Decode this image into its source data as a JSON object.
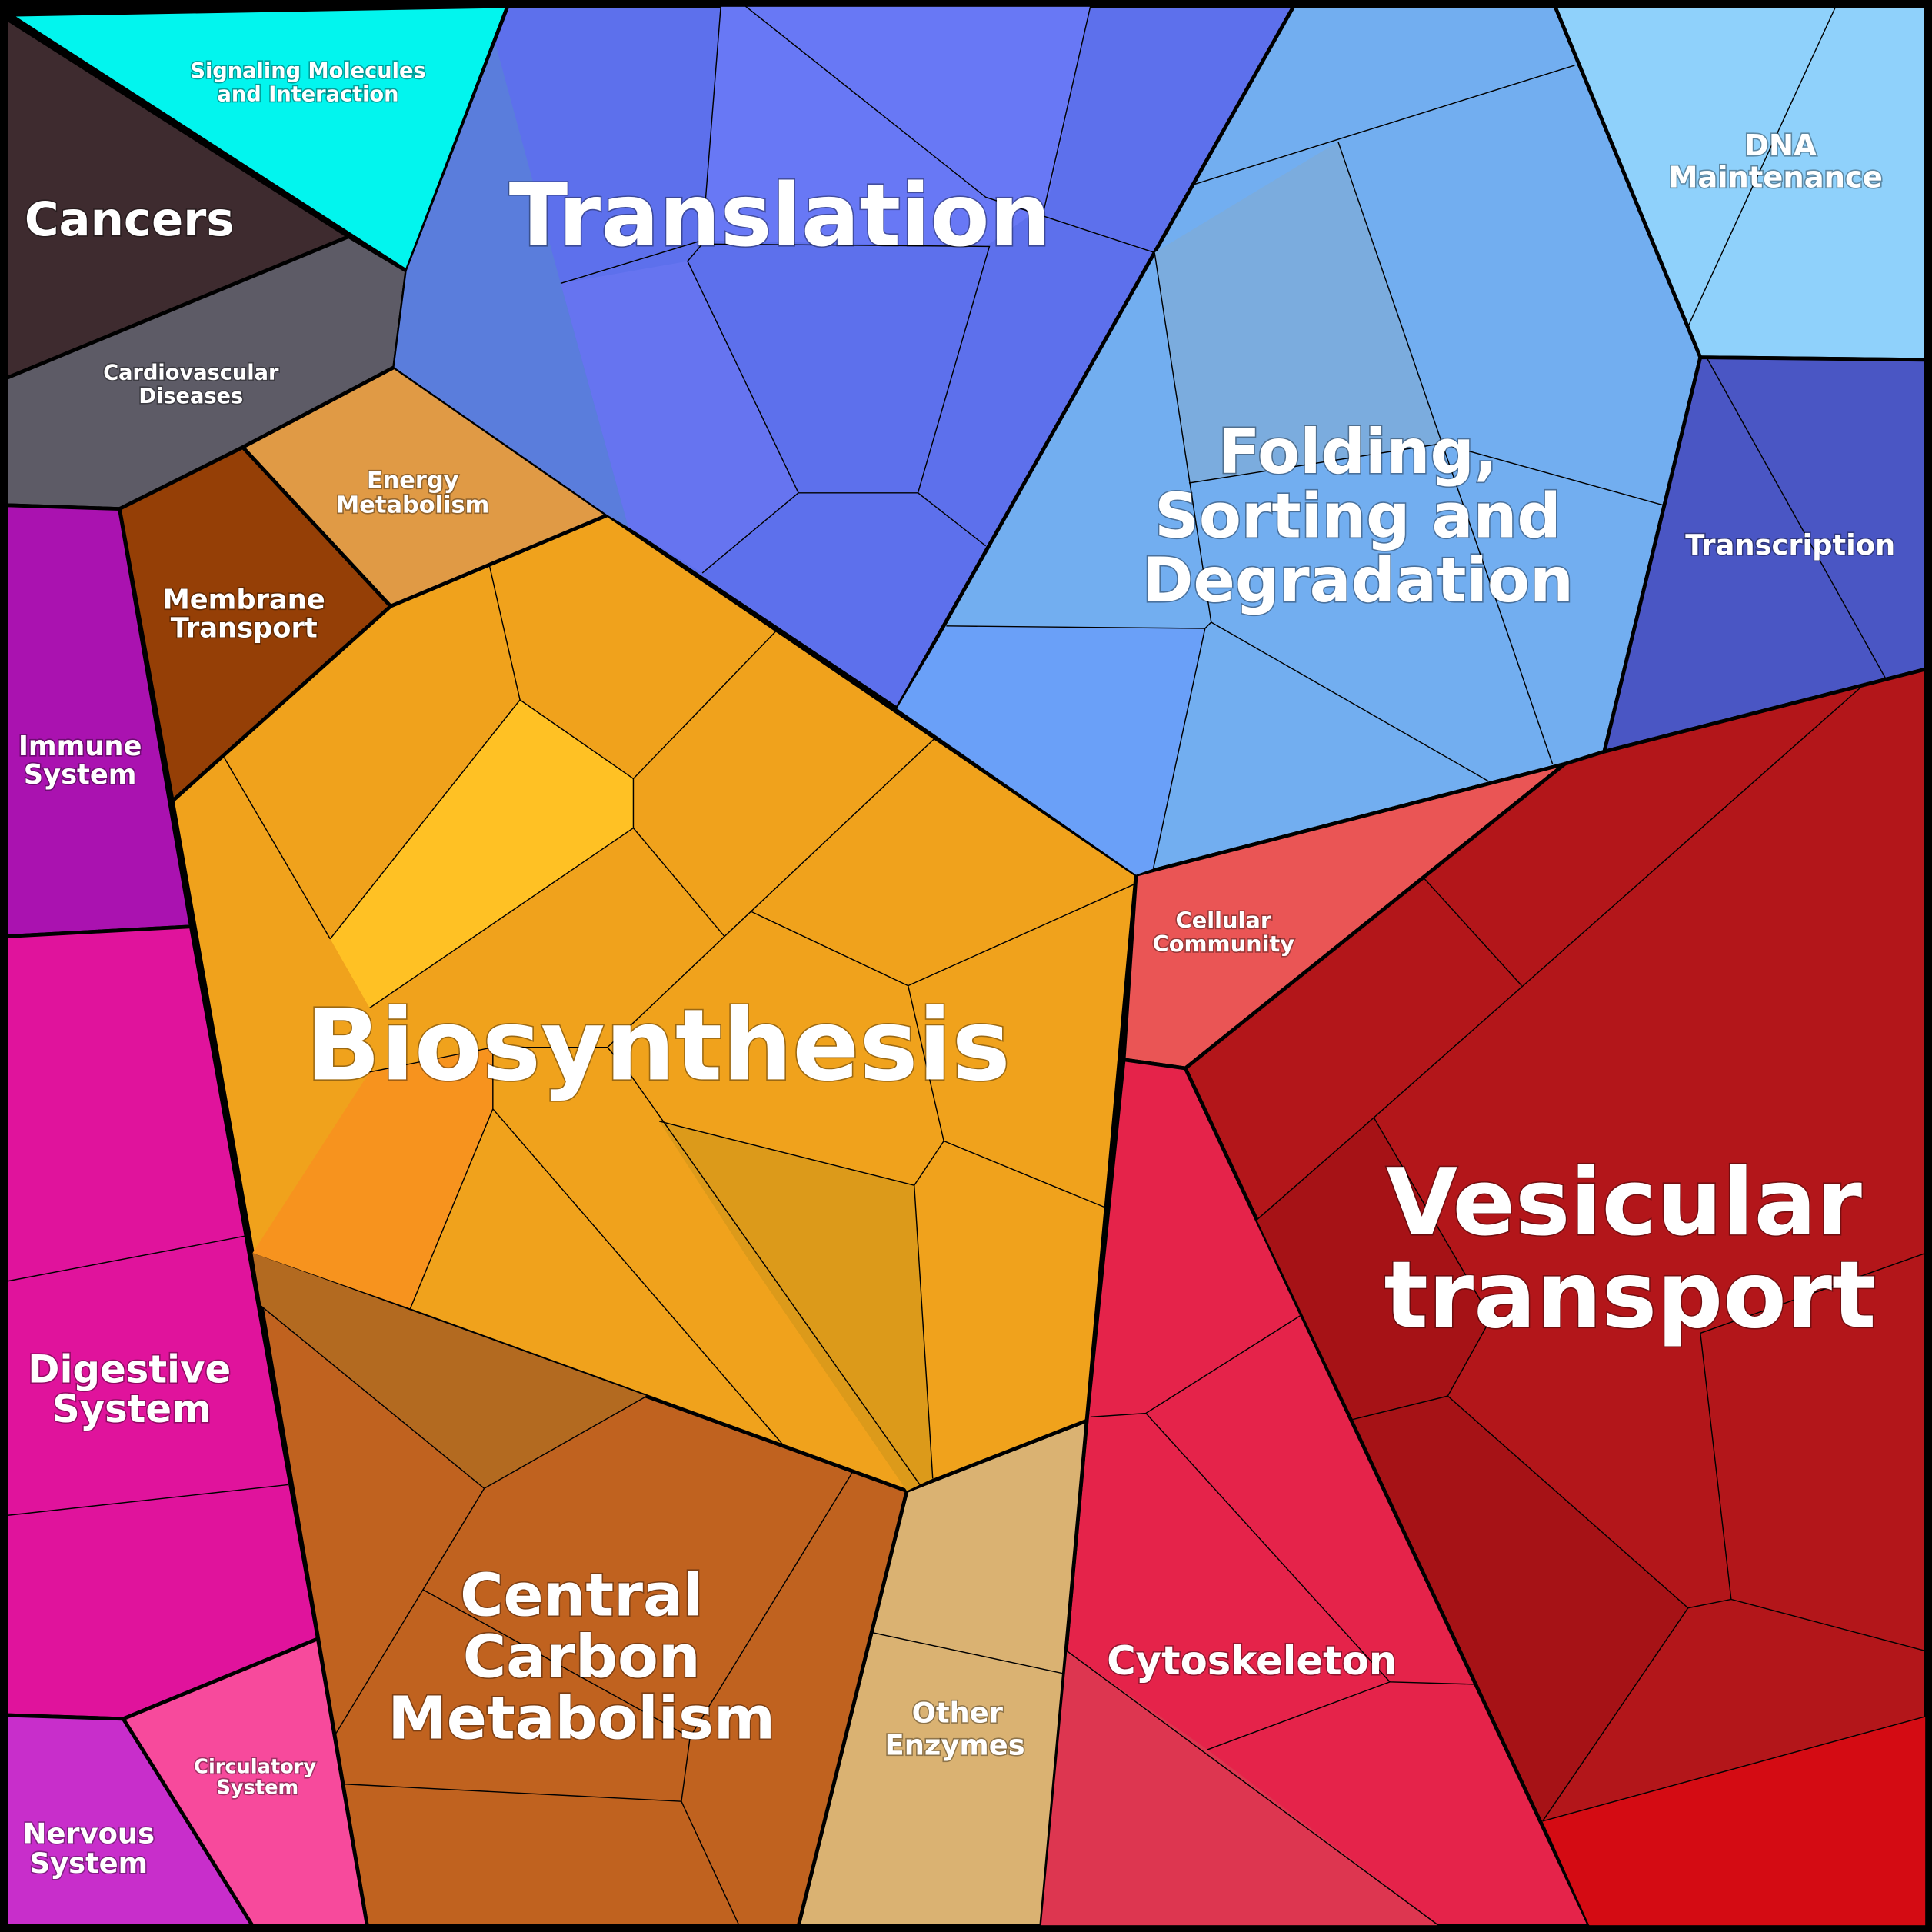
{
  "title": "Voronoi treemap of functional categories",
  "colors": {
    "signaling": "#02f5ee",
    "cancers": "#3e2b2f",
    "cardiovascular": "#5d5b66",
    "translation": "#5d70ec",
    "folding": "#72aef0",
    "dna": "#8fd1fb",
    "transcription": "#4a56c4",
    "vesicular": "#b3161a",
    "cellular": "#ea5555",
    "cytoskeleton": "#e5234a",
    "other_enzymes": "#dab272",
    "central_carbon": "#c0621f",
    "biosynthesis": "#f0a21c",
    "energy": "#e09a45",
    "membrane": "#953f06",
    "immune": "#aa12b0",
    "digestive": "#e0139c",
    "circulatory": "#f74a9c",
    "nervous": "#c82ecb"
  },
  "labels": {
    "signaling": [
      "Signaling Molecules",
      "and Interaction"
    ],
    "cancers": [
      "Cancers"
    ],
    "cardiovascular": [
      "Cardiovascular",
      "Diseases"
    ],
    "translation": [
      "Translation"
    ],
    "folding": [
      "Folding,",
      "Sorting and",
      "Degradation"
    ],
    "dna": [
      "DNA",
      "Maintenance"
    ],
    "transcription": [
      "Transcription"
    ],
    "energy": [
      "Energy",
      "Metabolism"
    ],
    "membrane": [
      "Membrane",
      "Transport"
    ],
    "immune": [
      "Immune",
      "System"
    ],
    "biosynthesis": [
      "Biosynthesis"
    ],
    "cellular": [
      "Cellular",
      "Community"
    ],
    "vesicular": [
      "Vesicular",
      "transport"
    ],
    "digestive": [
      "Digestive",
      "System"
    ],
    "central_carbon": [
      "Central",
      "Carbon",
      "Metabolism"
    ],
    "other_enzymes": [
      "Other",
      "Enzymes"
    ],
    "cytoskeleton": [
      "Cytoskeleton"
    ],
    "circulatory": [
      "Circulatory",
      "System"
    ],
    "nervous": [
      "Nervous",
      "System"
    ]
  }
}
